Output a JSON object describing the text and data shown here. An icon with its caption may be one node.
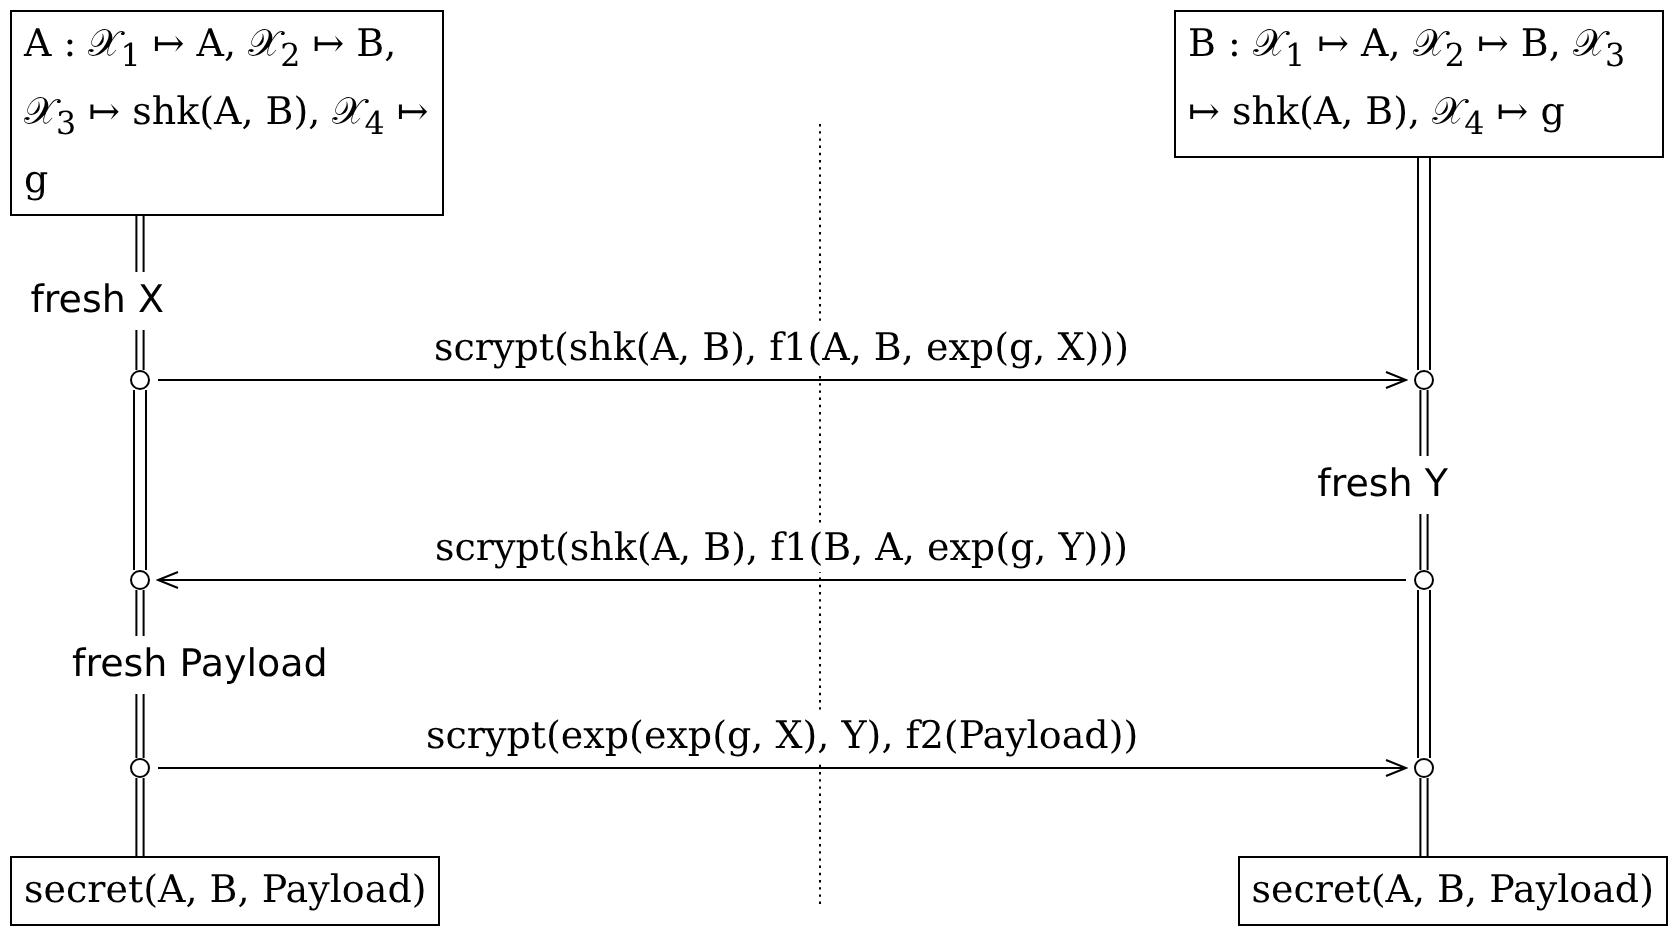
{
  "diagram": {
    "nodes": [
      {
        "text": [
          "A : 𝒳$_{1}$ ↦ A, 𝒳$_{2}$ ↦ B, 𝒳$_{3}$ ↦ shk(A, B), 𝒳$_{4}$ ↦ g"
        ]
      },
      {
        "text": [
          "B : 𝒳$_{1}$ ↦ A, 𝒳$_{2}$ ↦ B, 𝒳$_{3}$ ↦ shk(A, B), 𝒳$_{4}$ ↦ g"
        ]
      },
      {
        "text": [
          "fresh X"
        ]
      },
      {
        "text": [],
        "shape": "circle"
      },
      {
        "text": [],
        "shape": "circle"
      },
      {
        "text": [
          "fresh Y"
        ]
      },
      {
        "text": [],
        "shape": "circle"
      },
      {
        "text": [],
        "shape": "circle"
      },
      {
        "text": [
          "fresh Payload"
        ]
      },
      {
        "text": [],
        "shape": "circle"
      },
      {
        "text": [],
        "shape": "circle"
      },
      {
        "text": [
          "secret(A, B, Payload)"
        ]
      },
      {
        "text": [
          "secret(A, B, Payload)"
        ]
      }
    ],
    "edges": [
      {
        "from": 0,
        "to": 2,
        "arrow": "none"
      },
      {
        "from": 2,
        "to": 3,
        "arrow": "none"
      },
      {
        "from": 1,
        "to": 4,
        "arrow": "none"
      },
      {
        "from": 3,
        "to": 4,
        "arrow": "to",
        "label": "scrypt(shk(A, B), f1(A, B, exp(g, X)))"
      },
      {
        "from": 4,
        "to": 5,
        "arrow": "none"
      },
      {
        "from": 3,
        "to": 6,
        "arrow": "none"
      },
      {
        "from": 5,
        "to": 7,
        "arrow": "none"
      },
      {
        "from": 7,
        "to": 6,
        "arrow": "to",
        "label": "scrypt(shk(A, B), f1(B, A, exp(g, Y)))"
      },
      {
        "from": 6,
        "to": 8,
        "arrow": "none"
      },
      {
        "from": 8,
        "to": 9,
        "arrow": "none"
      },
      {
        "from": 7,
        "to": 10,
        "arrow": "none"
      },
      {
        "from": 9,
        "to": 10,
        "arrow": "to",
        "label": "scrypt(exp(exp(g, X), Y), f2(Payload))"
      },
      {
        "from": 9,
        "to": 11,
        "arrow": "none"
      },
      {
        "from": 10,
        "to": 12,
        "arrow": "none"
      }
    ]
  }
}
